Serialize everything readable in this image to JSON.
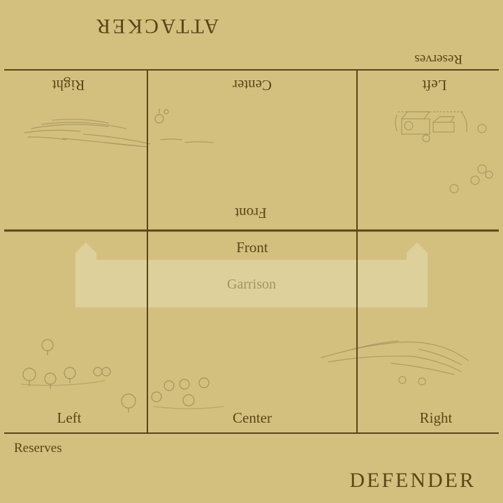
{
  "attacker": {
    "title": "ATTACKER",
    "reserves": "Reserves",
    "zones": {
      "left": "Left",
      "center": "Center",
      "right": "Right"
    },
    "front": "Front"
  },
  "defender": {
    "title": "DEFENDER",
    "reserves": "Reserves",
    "zones": {
      "left": "Left",
      "center": "Center",
      "right": "Right"
    },
    "front": "Front"
  },
  "garrison": {
    "label": "Garrison"
  },
  "colors": {
    "board": "#d4c07e",
    "line": "#5a4518",
    "text": "#5a4518",
    "terrain": "#a0945f",
    "garrison_fill": "#e2d6a4",
    "garrison_text": "#a0945f"
  }
}
